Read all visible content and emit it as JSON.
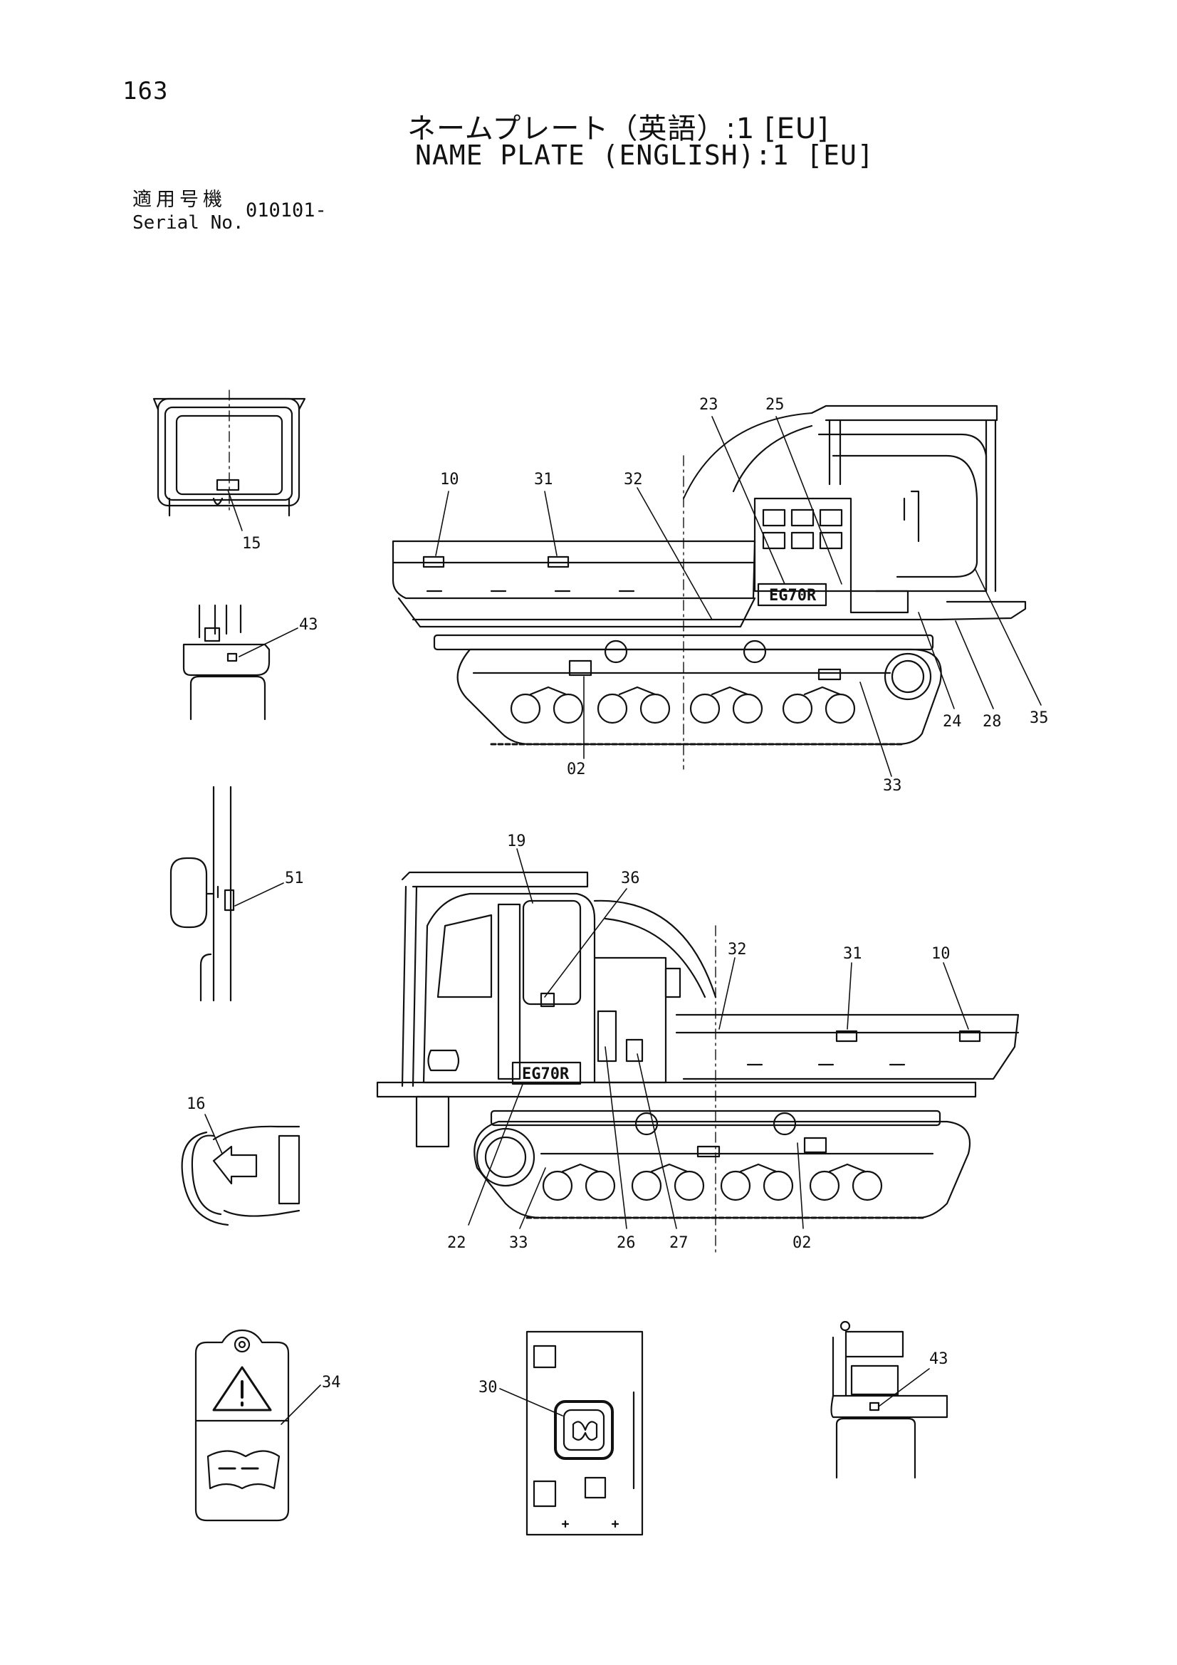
{
  "page_number": "163",
  "title_jp": "ネームプレート（英語）:1 [EU]",
  "title_en": "NAME PLATE (ENGLISH):1 [EU]",
  "serial": {
    "label_jp": "適用号機",
    "label_en": "Serial No.",
    "value": "010101-"
  },
  "machine_badge": "EG70R",
  "callouts": {
    "cab_front": [
      "15"
    ],
    "detail_43_upper": [
      "43"
    ],
    "detail_51": [
      "51"
    ],
    "detail_16": [
      "16"
    ],
    "side_right": [
      "10",
      "31",
      "32",
      "23",
      "25",
      "24",
      "28",
      "35",
      "02",
      "33"
    ],
    "side_left": [
      "19",
      "36",
      "32",
      "31",
      "10",
      "22",
      "33",
      "26",
      "27",
      "02"
    ],
    "plate_34": [
      "34"
    ],
    "panel_30": [
      "30"
    ],
    "detail_43_lower": [
      "43"
    ]
  },
  "colors": {
    "ink": "#111111",
    "paper": "#ffffff"
  }
}
